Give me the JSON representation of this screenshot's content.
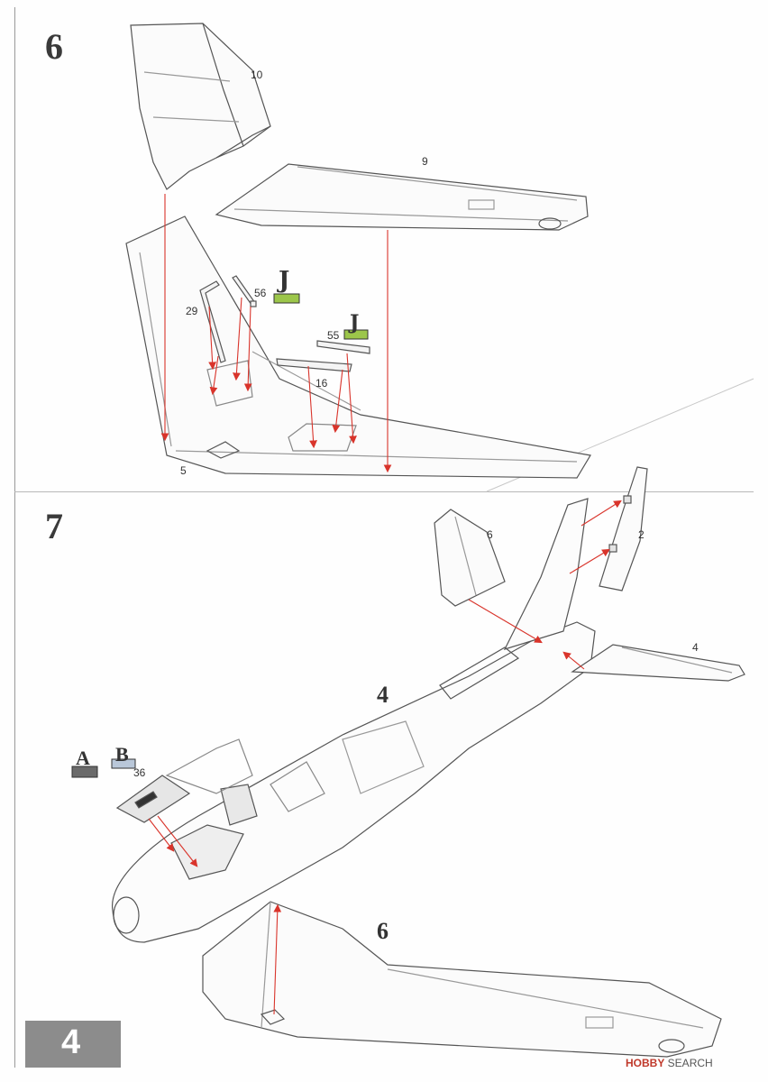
{
  "steps": [
    {
      "number": "6",
      "parts": {
        "wing_upper": "10",
        "wing_lower": "9",
        "wing_base": "5",
        "part_56": "56",
        "part_29": "29",
        "part_55": "55",
        "part_16": "16"
      },
      "paint_codes": {
        "code_56": "J",
        "code_55": "J"
      }
    },
    {
      "number": "7",
      "parts": {
        "part_6": "6",
        "part_2": "2",
        "part_4": "4",
        "part_36": "36"
      },
      "subassembly_refs": {
        "fuselage": "4",
        "wing": "6"
      },
      "paint_codes": {
        "code_a": "A",
        "code_b": "B"
      }
    }
  ],
  "page_number": "4",
  "watermark": {
    "brand": "HOBBY",
    "rest": " SEARCH"
  },
  "colors": {
    "arrow": "#d9342b",
    "line": "#555555",
    "badge": "#8c8c8c",
    "paint_j": "#9cc64a"
  }
}
